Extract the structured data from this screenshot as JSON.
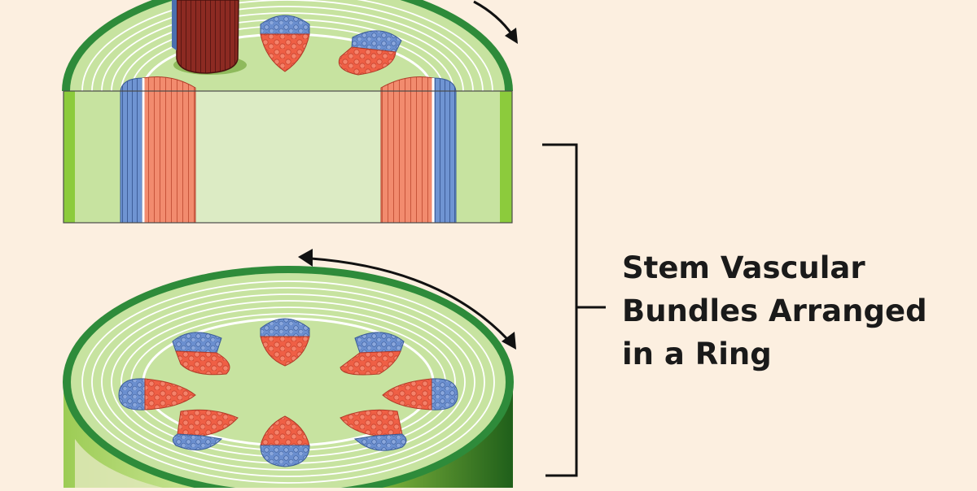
{
  "label": {
    "lines": [
      "Stem Vascular",
      "Bundles Arranged",
      "in a Ring"
    ]
  },
  "colors": {
    "background": "#fcefe0",
    "epidermis": "#2e8b3a",
    "cortex": "#c7e3a0",
    "cortex_rings": "#ffffff",
    "pith": "#dcebc4",
    "xylem": "#5e83c4",
    "phloem": "#ef5f45",
    "leaf_trace": "#8c2a22",
    "outline": "#333333"
  }
}
